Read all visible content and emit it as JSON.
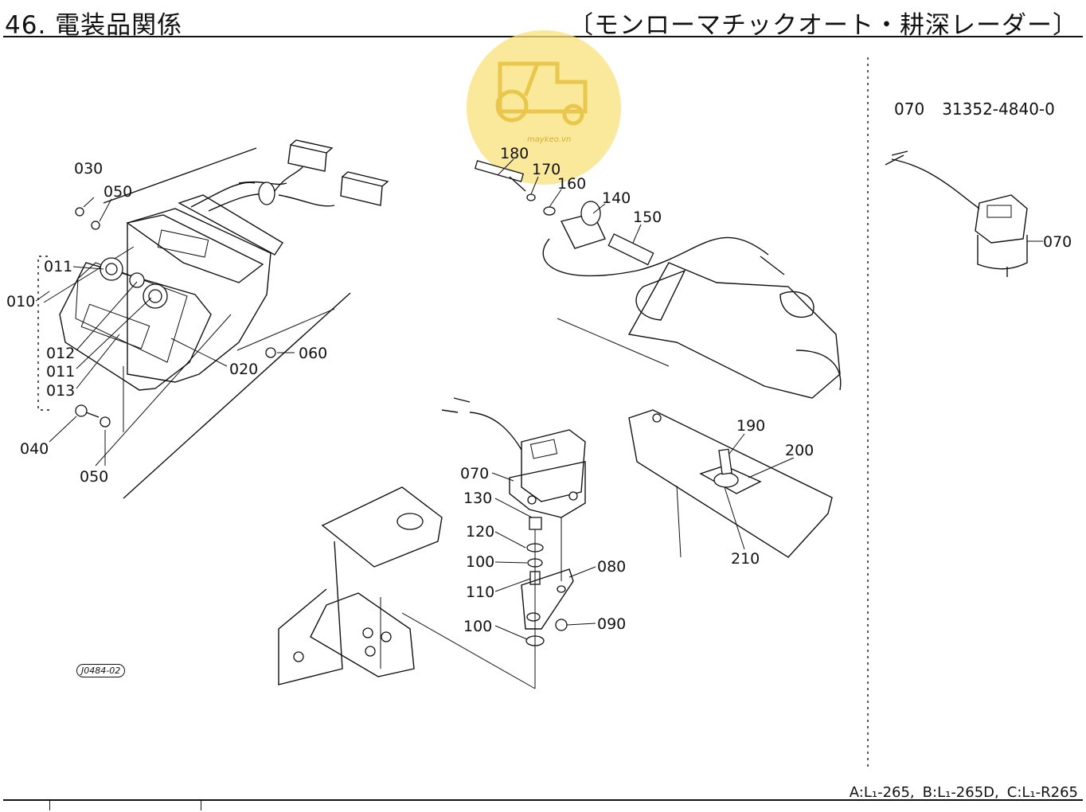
{
  "header": {
    "title": "46. 電装品関係",
    "subtitle": "〔モンローマチックオート・耕深レーダー〕"
  },
  "watermark": {
    "icon": "tractor-logo-icon",
    "text": "maykeo.vn",
    "color": "#f8e27a"
  },
  "labels": {
    "l030": "030",
    "l050a": "050",
    "l011a": "011",
    "l010": "010",
    "l012": "012",
    "l011b": "011",
    "l013": "013",
    "l020": "020",
    "l060": "060",
    "l040": "040",
    "l050b": "050",
    "l180": "180",
    "l170": "170",
    "l160": "160",
    "l140": "140",
    "l150": "150",
    "l070a": "070",
    "l130": "130",
    "l120": "120",
    "l100a": "100",
    "l110": "110",
    "l080": "080",
    "l090": "090",
    "l100b": "100",
    "l190": "190",
    "l200": "200",
    "l210": "210",
    "l070b": "070"
  },
  "part_info": {
    "ref": "070",
    "part_number": "31352-4840-0"
  },
  "drawing_code": "J0484-02",
  "models": {
    "a": "A:L₁-265,",
    "b": "B:L₁-265D,",
    "c": "C:L₁-R265"
  }
}
